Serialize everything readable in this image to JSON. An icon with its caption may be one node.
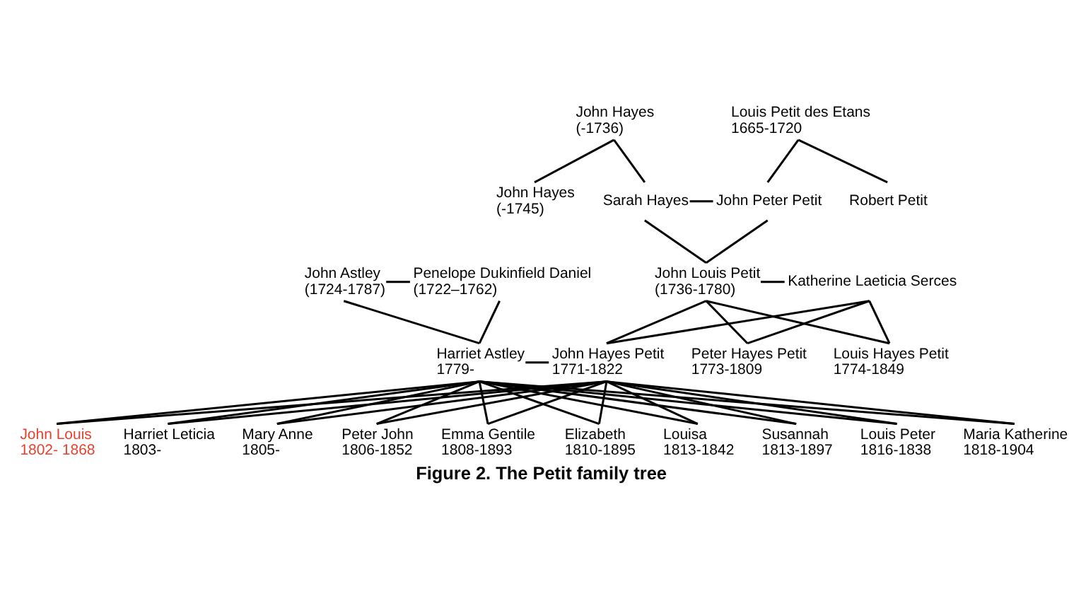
{
  "diagram": {
    "caption": "Figure 2. The Petit family tree",
    "nodes": [
      {
        "text": [
          "John Hayes",
          "(-1736)"
        ]
      },
      {
        "text": [
          "Louis Petit des Etans",
          "1665-1720"
        ]
      },
      {
        "text": [
          "John Hayes",
          "(-1745)"
        ]
      },
      {
        "text": [
          "Sarah Hayes"
        ]
      },
      {
        "text": [
          "John Peter Petit"
        ]
      },
      {
        "text": [
          "Robert Petit"
        ]
      },
      {
        "text": [
          "John Astley",
          "(1724-1787)"
        ]
      },
      {
        "text": [
          "Penelope Dukinfield Daniel",
          "(1722–1762)"
        ]
      },
      {
        "text": [
          "John Louis Petit",
          "(1736-1780)"
        ]
      },
      {
        "text": [
          "Katherine Laeticia Serces"
        ]
      },
      {
        "text": [
          "Harriet Astley",
          "1779-"
        ]
      },
      {
        "text": [
          "John Hayes Petit",
          "1771-1822"
        ]
      },
      {
        "text": [
          "Peter Hayes Petit",
          "1773-1809"
        ]
      },
      {
        "text": [
          "Louis Hayes Petit",
          "1774-1849"
        ]
      },
      {
        "text": [
          "John Louis",
          "1802- 1868"
        ]
      },
      {
        "text": [
          "Harriet Leticia",
          "1803-"
        ]
      },
      {
        "text": [
          "Mary Anne",
          "1805-"
        ]
      },
      {
        "text": [
          "Peter John",
          "1806-1852"
        ]
      },
      {
        "text": [
          "Emma Gentile",
          "1808-1893"
        ]
      },
      {
        "text": [
          "Elizabeth",
          "1810-1895"
        ]
      },
      {
        "text": [
          "Louisa",
          "1813-1842"
        ]
      },
      {
        "text": [
          "Susannah",
          "1813-1897"
        ]
      },
      {
        "text": [
          "Louis Peter",
          "1816-1838"
        ]
      },
      {
        "text": [
          "Maria Katherine",
          "1818-1904"
        ]
      }
    ],
    "edges": [
      {
        "from": 0,
        "to": 2,
        "arrow": "none"
      },
      {
        "from": 0,
        "to": 3,
        "arrow": "none"
      },
      {
        "from": 1,
        "to": 4,
        "arrow": "none"
      },
      {
        "from": 1,
        "to": 5,
        "arrow": "none"
      },
      {
        "from": 3,
        "to": 4,
        "arrow": "none"
      },
      {
        "from": 3,
        "to": 8,
        "arrow": "none"
      },
      {
        "from": 4,
        "to": 8,
        "arrow": "none"
      },
      {
        "from": 6,
        "to": 7,
        "arrow": "none"
      },
      {
        "from": 6,
        "to": 10,
        "arrow": "none"
      },
      {
        "from": 7,
        "to": 10,
        "arrow": "none"
      },
      {
        "from": 8,
        "to": 9,
        "arrow": "none"
      },
      {
        "from": 8,
        "to": 11,
        "arrow": "none"
      },
      {
        "from": 8,
        "to": 12,
        "arrow": "none"
      },
      {
        "from": 8,
        "to": 13,
        "arrow": "none"
      },
      {
        "from": 9,
        "to": 11,
        "arrow": "none"
      },
      {
        "from": 9,
        "to": 12,
        "arrow": "none"
      },
      {
        "from": 9,
        "to": 13,
        "arrow": "none"
      },
      {
        "from": 10,
        "to": 11,
        "arrow": "none"
      },
      {
        "from": 10,
        "to": 14,
        "arrow": "none"
      },
      {
        "from": 10,
        "to": 15,
        "arrow": "none"
      },
      {
        "from": 10,
        "to": 16,
        "arrow": "none"
      },
      {
        "from": 10,
        "to": 17,
        "arrow": "none"
      },
      {
        "from": 10,
        "to": 18,
        "arrow": "none"
      },
      {
        "from": 10,
        "to": 19,
        "arrow": "none"
      },
      {
        "from": 10,
        "to": 20,
        "arrow": "none"
      },
      {
        "from": 10,
        "to": 21,
        "arrow": "none"
      },
      {
        "from": 10,
        "to": 22,
        "arrow": "none"
      },
      {
        "from": 10,
        "to": 23,
        "arrow": "none"
      },
      {
        "from": 11,
        "to": 14,
        "arrow": "none"
      },
      {
        "from": 11,
        "to": 15,
        "arrow": "none"
      },
      {
        "from": 11,
        "to": 16,
        "arrow": "none"
      },
      {
        "from": 11,
        "to": 17,
        "arrow": "none"
      },
      {
        "from": 11,
        "to": 18,
        "arrow": "none"
      },
      {
        "from": 11,
        "to": 19,
        "arrow": "none"
      },
      {
        "from": 11,
        "to": 20,
        "arrow": "none"
      },
      {
        "from": 11,
        "to": 21,
        "arrow": "none"
      },
      {
        "from": 11,
        "to": 22,
        "arrow": "none"
      },
      {
        "from": 11,
        "to": 23,
        "arrow": "none"
      }
    ]
  }
}
